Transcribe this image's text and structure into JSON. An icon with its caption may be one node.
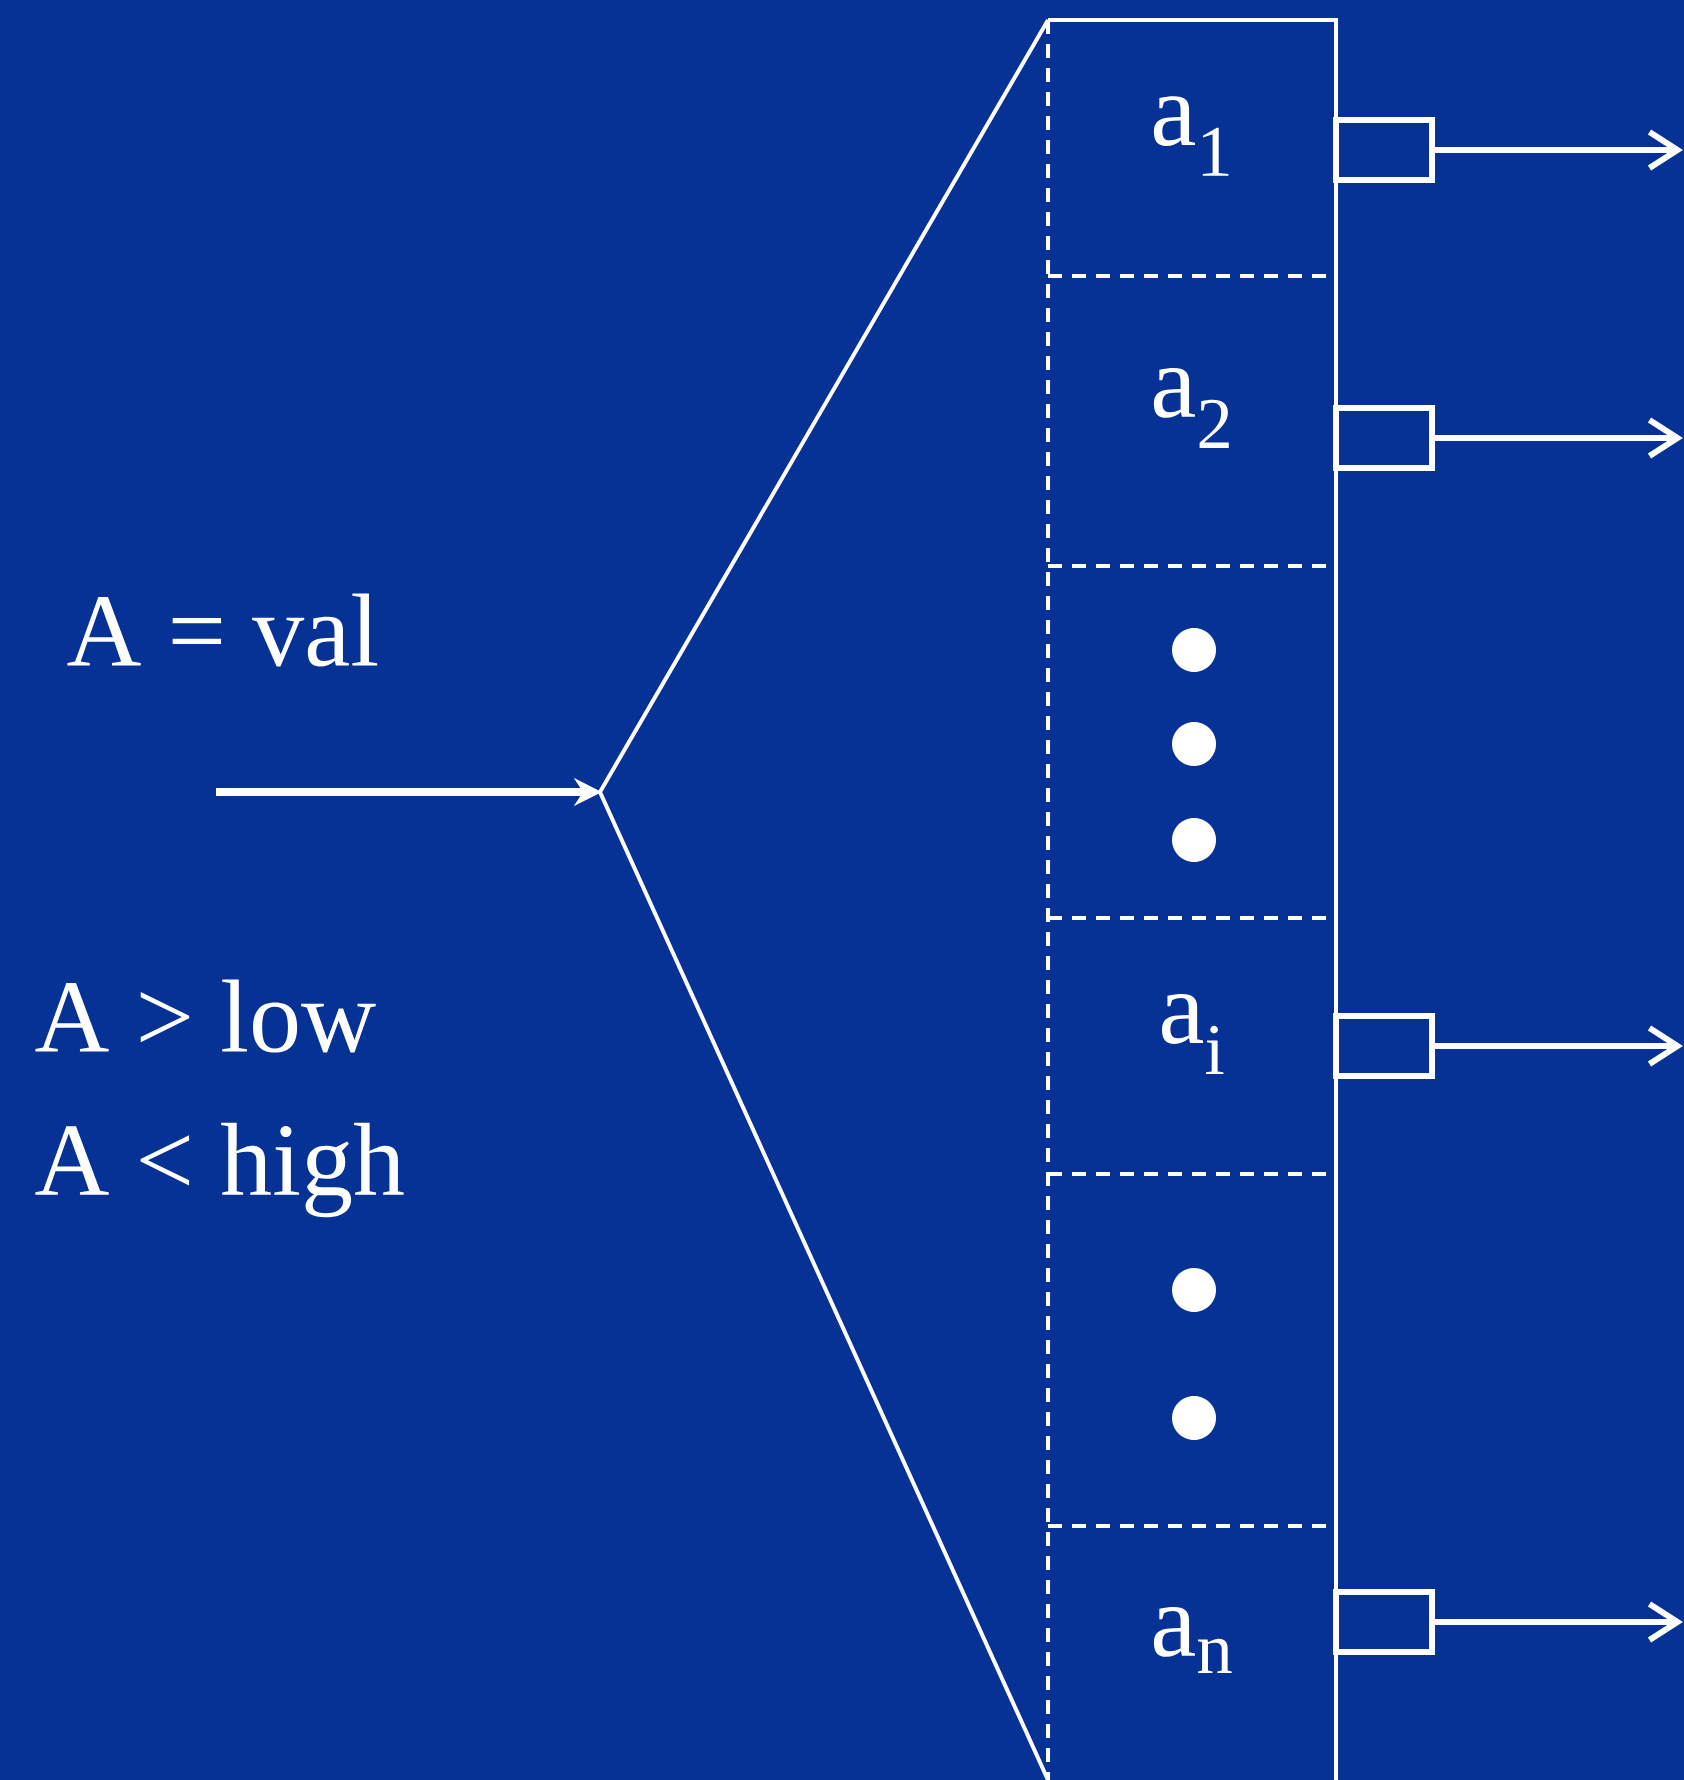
{
  "diagram": {
    "nodes": [
      {
        "text": [],
        "shape": "box"
      },
      {
        "text": [
          "a$_{1}$"
        ],
        "in": 0
      },
      {
        "text": [
          "a$_{2}$"
        ],
        "in": 0
      },
      {
        "text": [
          "a$_{i}$"
        ],
        "in": 0
      },
      {
        "text": [
          "a$_{n}$"
        ],
        "in": 0
      },
      {
        "text": [],
        "shape": "box"
      },
      {
        "text": [],
        "shape": "box"
      },
      {
        "text": [],
        "shape": "box"
      },
      {
        "text": [],
        "shape": "box"
      }
    ],
    "edges": [
      {
        "from": 5,
        "to": null,
        "arrow": "to"
      },
      {
        "from": 6,
        "to": null,
        "arrow": "to"
      },
      {
        "from": 7,
        "to": null,
        "arrow": "to"
      },
      {
        "from": 8,
        "to": null,
        "arrow": "to"
      }
    ],
    "labels": [
      "A = val",
      "A > low",
      "A < high"
    ]
  }
}
